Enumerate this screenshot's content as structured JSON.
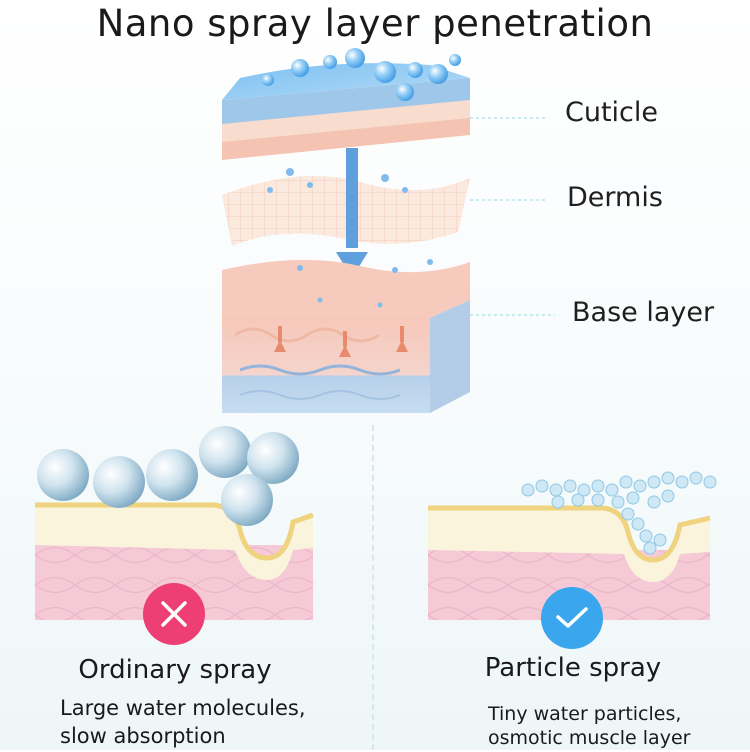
{
  "title": "Nano spray layer penetration",
  "layers": {
    "cuticle": "Cuticle",
    "dermis": "Dermis",
    "base": "Base layer"
  },
  "comparison": {
    "ordinary": {
      "title": "Ordinary spray",
      "line1": "Large water molecules,",
      "line2": "slow absorption",
      "icon": "cross-icon",
      "badge_color": "#ee3f74"
    },
    "particle": {
      "title": "Particle spray",
      "line1": "Tiny water particles,",
      "line2": "osmotic muscle layer",
      "icon": "check-icon",
      "badge_color": "#3aa6ee"
    }
  },
  "colors": {
    "water": "#6cb6ec",
    "skin_pink": "#f6c9cf",
    "skin_yellow": "#f2dda0",
    "base_blue": "#b8d6ef"
  }
}
